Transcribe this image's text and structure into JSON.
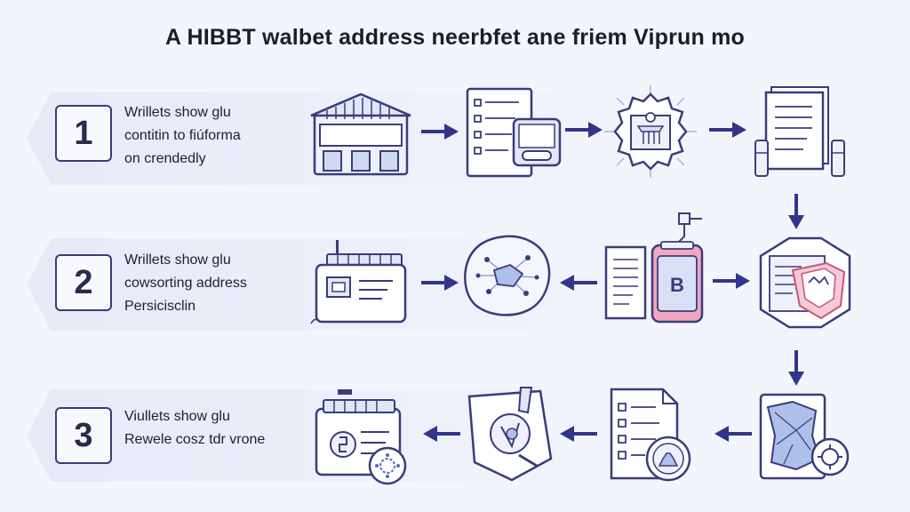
{
  "title": "A HIBBT walbet address neerbfet ane friem Viprun mo",
  "steps": [
    {
      "number": "1",
      "lines": [
        "Wrillets show glu",
        "contitin to fiúforma",
        "on crendedly"
      ]
    },
    {
      "number": "2",
      "lines": [
        "Wrillets show glu",
        "cowsorting address",
        "Persicisclin"
      ]
    },
    {
      "number": "3",
      "lines": [
        "Viullets show glu",
        "Rewele cosz tdr vrone"
      ]
    }
  ],
  "icons": {
    "row1": [
      "bank-building-icon",
      "document-phone-icon",
      "seal-badge-icon",
      "paper-stack-icon"
    ],
    "row2": [
      "wallet-card-icon",
      "network-blob-icon",
      "bitcoin-device-icon",
      "shield-document-icon"
    ],
    "row3": [
      "receipt-crypto-icon",
      "tag-certificate-icon",
      "checklist-stamp-icon",
      "crumpled-paper-icon"
    ]
  },
  "colors": {
    "ink": "#3a3c7a",
    "arrow": "#33358a",
    "accent_pink": "#f2a7c0",
    "accent_blue": "#aebfe9"
  },
  "device_symbol": "B"
}
